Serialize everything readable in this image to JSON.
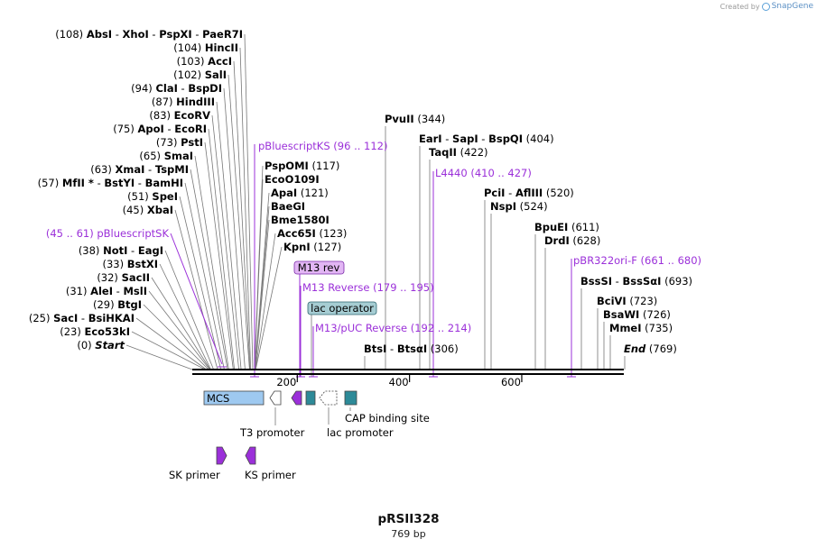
{
  "credit": {
    "prefix": "Created by",
    "brand": "SnapGene"
  },
  "plasmid": {
    "name": "pRSII328",
    "length": "769 bp"
  },
  "ruler": {
    "start": 1,
    "end": 769,
    "ticks": [
      "200",
      "400",
      "600"
    ]
  },
  "left_sites": [
    {
      "pos": "(108)",
      "names": [
        "AbsI",
        "XhoI",
        "PspXI",
        "PaeR7I"
      ],
      "bp": 108
    },
    {
      "pos": "(104)",
      "names": [
        "HincII"
      ],
      "bp": 104
    },
    {
      "pos": "(103)",
      "names": [
        "AccI"
      ],
      "bp": 103
    },
    {
      "pos": "(102)",
      "names": [
        "SalI"
      ],
      "bp": 102
    },
    {
      "pos": "(94)",
      "names": [
        "ClaI",
        "BspDI"
      ],
      "bp": 94
    },
    {
      "pos": "(87)",
      "names": [
        "HindIII"
      ],
      "bp": 87
    },
    {
      "pos": "(83)",
      "names": [
        "EcoRV"
      ],
      "bp": 83
    },
    {
      "pos": "(75)",
      "names": [
        "ApoI",
        "EcoRI"
      ],
      "bp": 75
    },
    {
      "pos": "(73)",
      "names": [
        "PstI"
      ],
      "bp": 73
    },
    {
      "pos": "(65)",
      "names": [
        "SmaI"
      ],
      "bp": 65
    },
    {
      "pos": "(63)",
      "names": [
        "XmaI",
        "TspMI"
      ],
      "bp": 63
    },
    {
      "pos": "(57)",
      "names": [
        "MfII *",
        "BstYI",
        "BamHI"
      ],
      "bp": 57
    },
    {
      "pos": "(51)",
      "names": [
        "SpeI"
      ],
      "bp": 51
    },
    {
      "pos": "(45)",
      "names": [
        "XbaI"
      ],
      "bp": 45
    },
    {
      "pos": "(38)",
      "names": [
        "NotI",
        "EagI"
      ],
      "bp": 38
    },
    {
      "pos": "(33)",
      "names": [
        "BstXI"
      ],
      "bp": 33
    },
    {
      "pos": "(32)",
      "names": [
        "SacII"
      ],
      "bp": 32
    },
    {
      "pos": "(31)",
      "names": [
        "AleI",
        "MslI"
      ],
      "bp": 31
    },
    {
      "pos": "(29)",
      "names": [
        "BtgI"
      ],
      "bp": 29
    },
    {
      "pos": "(25)",
      "names": [
        "SacI",
        "BsiHKAI"
      ],
      "bp": 25
    },
    {
      "pos": "(23)",
      "names": [
        "Eco53kI"
      ],
      "bp": 23
    },
    {
      "pos": "(0)",
      "names": [
        "Start"
      ],
      "bp": 0
    }
  ],
  "left_primer": {
    "name": "pBluescriptSK",
    "range": "(45 .. 61)",
    "bp": 53
  },
  "mid_sites": [
    {
      "names": [
        "PspOMI"
      ],
      "pos": "(117)",
      "bp": 117
    },
    {
      "names": [
        "EcoO109I"
      ],
      "pos": "",
      "bp": 117
    },
    {
      "names": [
        "ApaI"
      ],
      "pos": "(121)",
      "bp": 121
    },
    {
      "names": [
        "BaeGI"
      ],
      "pos": "",
      "bp": 121
    },
    {
      "names": [
        "Bme1580I"
      ],
      "pos": "",
      "bp": 121
    },
    {
      "names": [
        "Acc65I"
      ],
      "pos": "(123)",
      "bp": 123
    },
    {
      "names": [
        "KpnI"
      ],
      "pos": "(127)",
      "bp": 127
    }
  ],
  "right_sites": [
    {
      "names": [
        "PvuII"
      ],
      "pos": "(344)",
      "bp": 344
    },
    {
      "names": [
        "EarI",
        "SapI",
        "BspQI"
      ],
      "pos": "(404)",
      "bp": 404
    },
    {
      "names": [
        "TaqII"
      ],
      "pos": "(422)",
      "bp": 422
    },
    {
      "names": [
        "PciI",
        "AflIII"
      ],
      "pos": "(520)",
      "bp": 520
    },
    {
      "names": [
        "NspI"
      ],
      "pos": "(524)",
      "bp": 524
    },
    {
      "names": [
        "BpuEI"
      ],
      "pos": "(611)",
      "bp": 611
    },
    {
      "names": [
        "DrdI"
      ],
      "pos": "(628)",
      "bp": 628
    },
    {
      "names": [
        "BssSI",
        "BssSαI"
      ],
      "pos": "(693)",
      "bp": 693
    },
    {
      "names": [
        "BciVI"
      ],
      "pos": "(723)",
      "bp": 723
    },
    {
      "names": [
        "BsaWI"
      ],
      "pos": "(726)",
      "bp": 726
    },
    {
      "names": [
        "MmeI"
      ],
      "pos": "(735)",
      "bp": 735
    },
    {
      "names": [
        "End"
      ],
      "pos": "(769)",
      "bp": 769
    },
    {
      "names": [
        "BtsI",
        "BtsαI"
      ],
      "pos": "(306)",
      "bp": 306
    }
  ],
  "primers": [
    {
      "name": "pBluescriptKS",
      "range": "(96 .. 112)",
      "bp": 104
    },
    {
      "name": "M13 Reverse",
      "range": "(179 .. 195)",
      "bp": 187
    },
    {
      "name": "M13/pUC Reverse",
      "range": "(192 .. 214)",
      "bp": 203
    },
    {
      "name": "L4440",
      "range": "(410 .. 427)",
      "bp": 418
    },
    {
      "name": "pBR322ori-F",
      "range": "(661 .. 680)",
      "bp": 670
    }
  ],
  "boxed_features": {
    "m13rev": "M13 rev",
    "lacop": "lac operator"
  },
  "features": {
    "mcs": "MCS",
    "t3": "T3 promoter",
    "cap": "CAP binding site",
    "lacprom": "lac promoter",
    "sk": "SK primer",
    "ks": "KS primer"
  },
  "colors": {
    "purple": "#9b30d9",
    "mcs_fill": "#9ec9f0",
    "teal": "#2d8a98",
    "lacop_fill": "#a6cdd3",
    "m13rev_fill": "#e2b6f4"
  }
}
